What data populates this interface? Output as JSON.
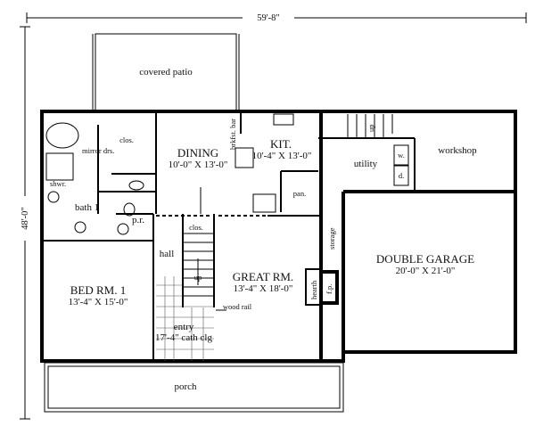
{
  "dimensions": {
    "overall_width": "59'-8\"",
    "overall_depth": "48'-0\""
  },
  "rooms": {
    "covered_patio": "covered patio",
    "closet_master": "clos.",
    "mirror_doors": "mirror drs.",
    "shower": "shwr.",
    "bath1": "bath 1",
    "powder_room": "p.r.",
    "dining": {
      "name": "DINING",
      "size": "10'-0\" X 13'-0\""
    },
    "breakfast_bar": "brkfst. bar",
    "kitchen": {
      "name": "KIT.",
      "size": "10'-4\" X 13'-0\""
    },
    "pantry": "pan.",
    "utility": "utility",
    "washer": "w.",
    "dryer": "d.",
    "workshop": "workshop",
    "stair_up_rear": "up",
    "hall": "hall",
    "closet_hall": "clos.",
    "stair_up": "up",
    "bedroom1": {
      "name": "BED RM. 1",
      "size": "13'-4\" X 15'-0\""
    },
    "great_room": {
      "name": "GREAT RM.",
      "size": "13'-4\" X 18'-0\""
    },
    "wood_rail": "wood rail",
    "entry": "entry",
    "ceiling": "17'-4\" cath clg",
    "storage": "storage",
    "hearth": "hearth",
    "fireplace": "f.p.",
    "garage": {
      "name": "DOUBLE GARAGE",
      "size": "20'-0\" X 21'-0\""
    },
    "porch": "porch"
  }
}
